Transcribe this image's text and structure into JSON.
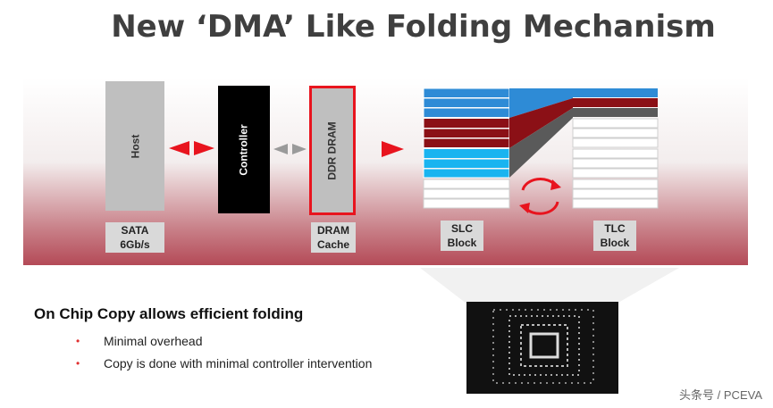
{
  "title": "New ‘DMA’ Like Folding Mechanism",
  "blocks": {
    "host": "Host",
    "controller": "Controller",
    "ddr_dram": "DDR DRAM"
  },
  "labels": {
    "sata_line1": "SATA",
    "sata_line2": "6Gb/s",
    "dram_line1": "DRAM",
    "dram_line2": "Cache",
    "slc_line1": "SLC",
    "slc_line2": "Block",
    "tlc_line1": "TLC",
    "tlc_line2": "Block"
  },
  "heading": "On Chip Copy allows efficient folding",
  "bullets": [
    "Minimal overhead",
    "Copy is done with minimal controller intervention"
  ],
  "watermark": "头条号 / PCEVA",
  "colors": {
    "accent_red": "#e8141e",
    "dark_red": "#8b1016",
    "blue": "#2e8bd6",
    "light_blue": "#19b4f0",
    "gray": "#bfbfbf"
  }
}
